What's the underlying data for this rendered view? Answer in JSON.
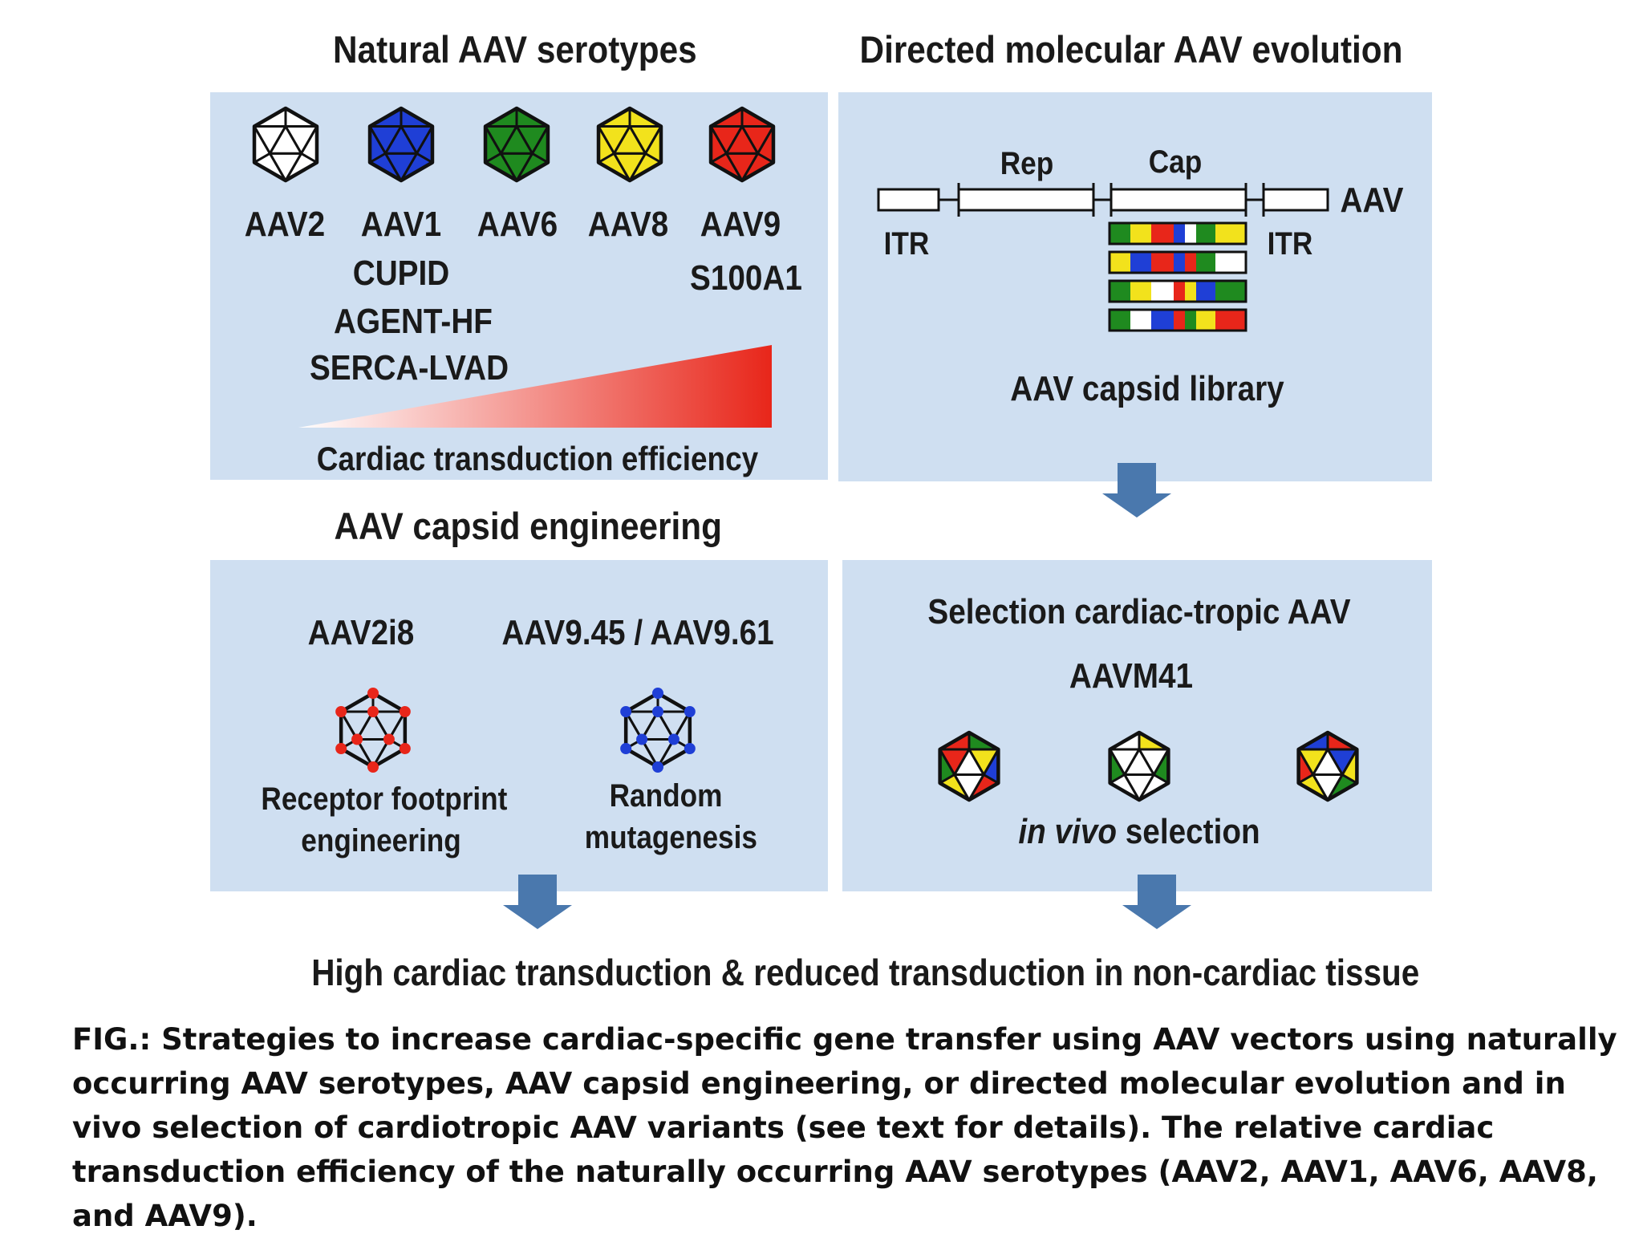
{
  "panels": {
    "natural": {
      "title": "Natural AAV serotypes",
      "serotypes": [
        {
          "label": "AAV2",
          "color": "#ffffff"
        },
        {
          "label": "AAV1",
          "color": "#1f3fd6"
        },
        {
          "label": "AAV6",
          "color": "#1f8a1f"
        },
        {
          "label": "AAV8",
          "color": "#f2e21c"
        },
        {
          "label": "AAV9",
          "color": "#e8261a"
        }
      ],
      "trials_aav1": [
        "CUPID",
        "AGENT-HF",
        "SERCA-LVAD"
      ],
      "trial_aav9": "S100A1",
      "gradient_label": "Cardiac transduction efficiency"
    },
    "evolution": {
      "title": "Directed molecular AAV evolution",
      "rep_label": "Rep",
      "cap_label": "Cap",
      "aav_label": "AAV",
      "itr_left": "ITR",
      "itr_right": "ITR",
      "library_label": "AAV capsid library",
      "library_rows": [
        [
          "#1f8a1f",
          "#f2e21c",
          "#e8261a",
          "#1f3fd6",
          "#ffffff",
          "#1f8a1f",
          "#f2e21c"
        ],
        [
          "#f2e21c",
          "#1f3fd6",
          "#e8261a",
          "#1f3fd6",
          "#e8261a",
          "#1f8a1f",
          "#ffffff"
        ],
        [
          "#1f8a1f",
          "#f2e21c",
          "#ffffff",
          "#e8261a",
          "#f2e21c",
          "#1f3fd6",
          "#1f8a1f"
        ],
        [
          "#1f8a1f",
          "#ffffff",
          "#1f3fd6",
          "#e8261a",
          "#1f8a1f",
          "#f2e21c",
          "#e8261a"
        ]
      ]
    },
    "engineering": {
      "title": "AAV capsid engineering",
      "variant_a": "AAV2i8",
      "variant_b": "AAV9.45 / AAV9.61",
      "method_a": [
        "Receptor footprint",
        "engineering"
      ],
      "method_b": [
        "Random",
        "mutagenesis"
      ],
      "dot_color_a": "#e8261a",
      "dot_color_b": "#1f3fd6"
    },
    "selection": {
      "title": "Selection cardiac-tropic AAV",
      "variant": "AAVM41",
      "selection_italic": "in vivo",
      "selection_rest": " selection"
    }
  },
  "outcome": "High cardiac transduction & reduced transduction in non-cardiac tissue",
  "caption": "FIG.: Strategies to increase cardiac-specific gene transfer using AAV vectors using naturally occurring AAV serotypes, AAV capsid engineering, or directed molecular evolution and in vivo selection of cardiotropic AAV variants (see text for details). The relative cardiac transduction efficiency of the naturally occurring AAV serotypes (AAV2, AAV1, AAV6, AAV8, and AAV9).",
  "colors": {
    "panel": "#cfdff1",
    "arrow": "#4a78ad",
    "gradient_start": "#ffffff",
    "gradient_end": "#e8261a"
  }
}
